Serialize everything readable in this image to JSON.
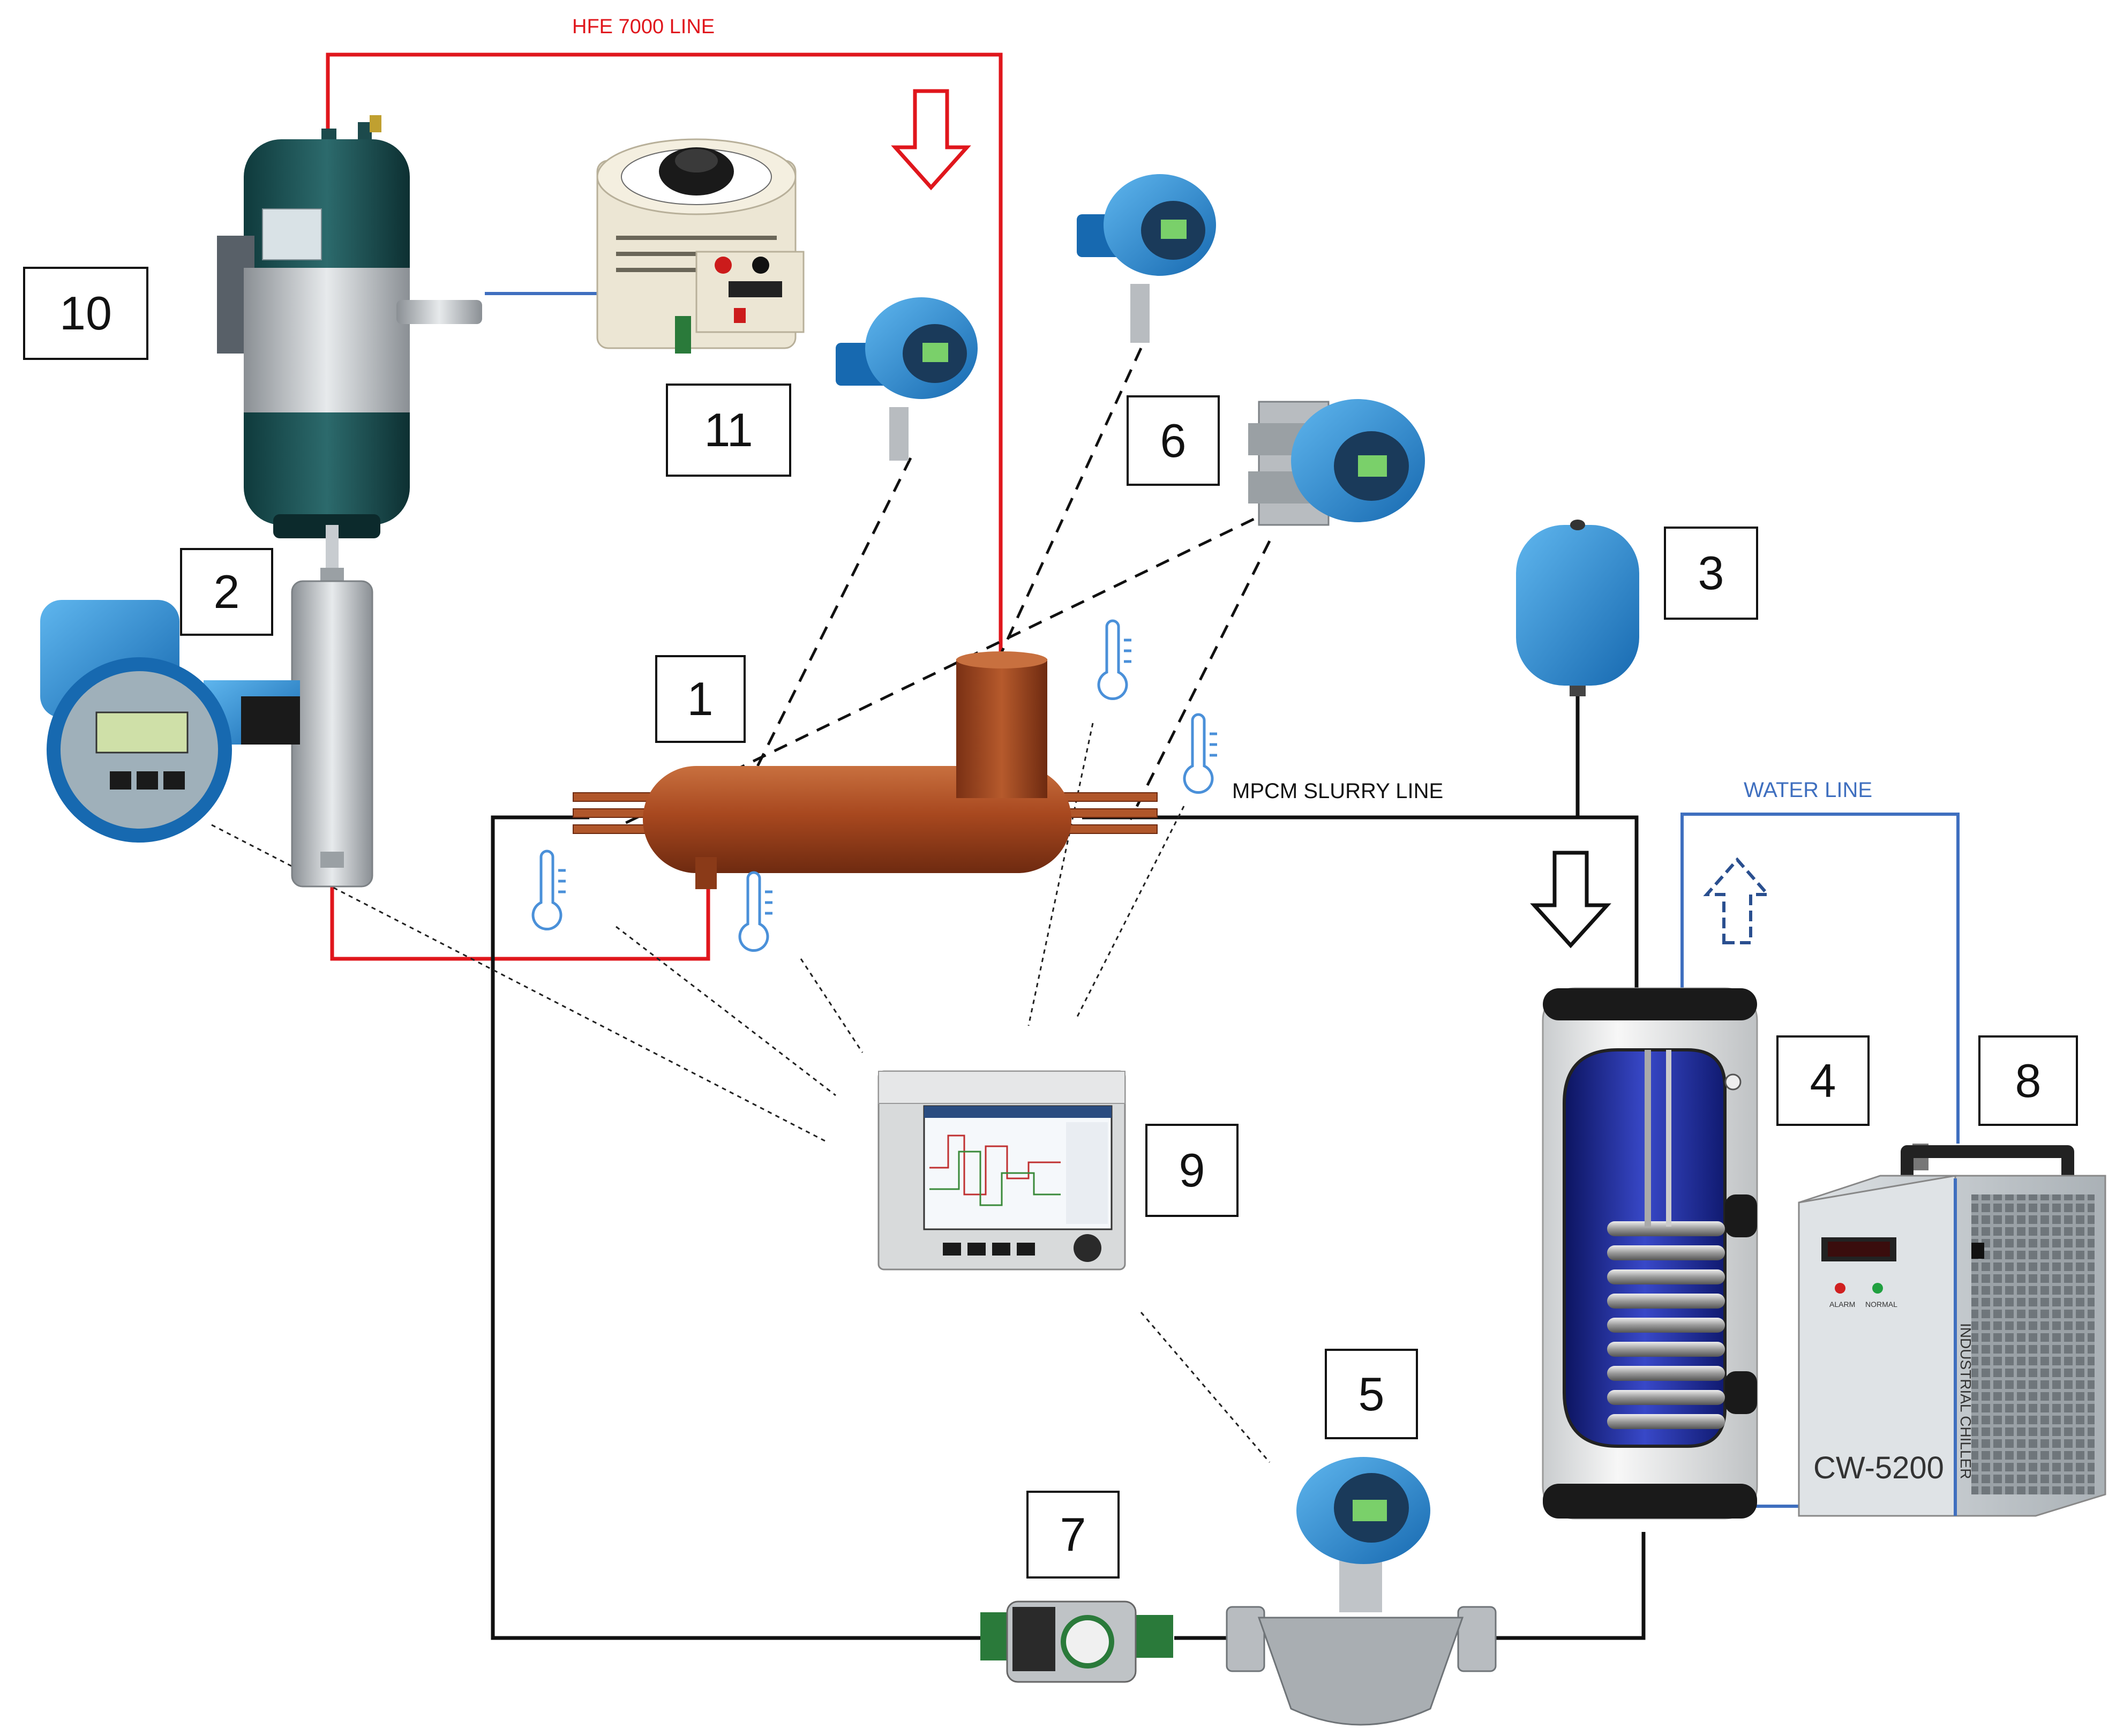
{
  "labels": {
    "hfe_line": "HFE 7000 LINE",
    "slurry_line": "MPCM SLURRY LINE",
    "water_line": "WATER LINE",
    "chiller_model": "CW-5200",
    "chiller_side": "INDUSTRIAL CHILLER",
    "chiller_alarm": "ALARM",
    "chiller_normal": "NORMAL"
  },
  "components": [
    {
      "id": "1",
      "label": "1"
    },
    {
      "id": "2",
      "label": "2"
    },
    {
      "id": "3",
      "label": "3"
    },
    {
      "id": "4",
      "label": "4"
    },
    {
      "id": "5",
      "label": "5"
    },
    {
      "id": "6",
      "label": "6"
    },
    {
      "id": "7",
      "label": "7"
    },
    {
      "id": "8",
      "label": "8"
    },
    {
      "id": "9",
      "label": "9"
    },
    {
      "id": "10",
      "label": "10"
    },
    {
      "id": "11",
      "label": "11"
    }
  ],
  "colors": {
    "hfe_line": "#e0161c",
    "slurry_line": "#111111",
    "water_line": "#3f6fbf",
    "copper": "#a0441f",
    "transmitter_blue": "#1e8fd6",
    "thermometer": "#4a90d9"
  },
  "icons": [
    "thermometer-icon",
    "flow-arrow-down-icon",
    "flow-arrow-up-icon"
  ]
}
